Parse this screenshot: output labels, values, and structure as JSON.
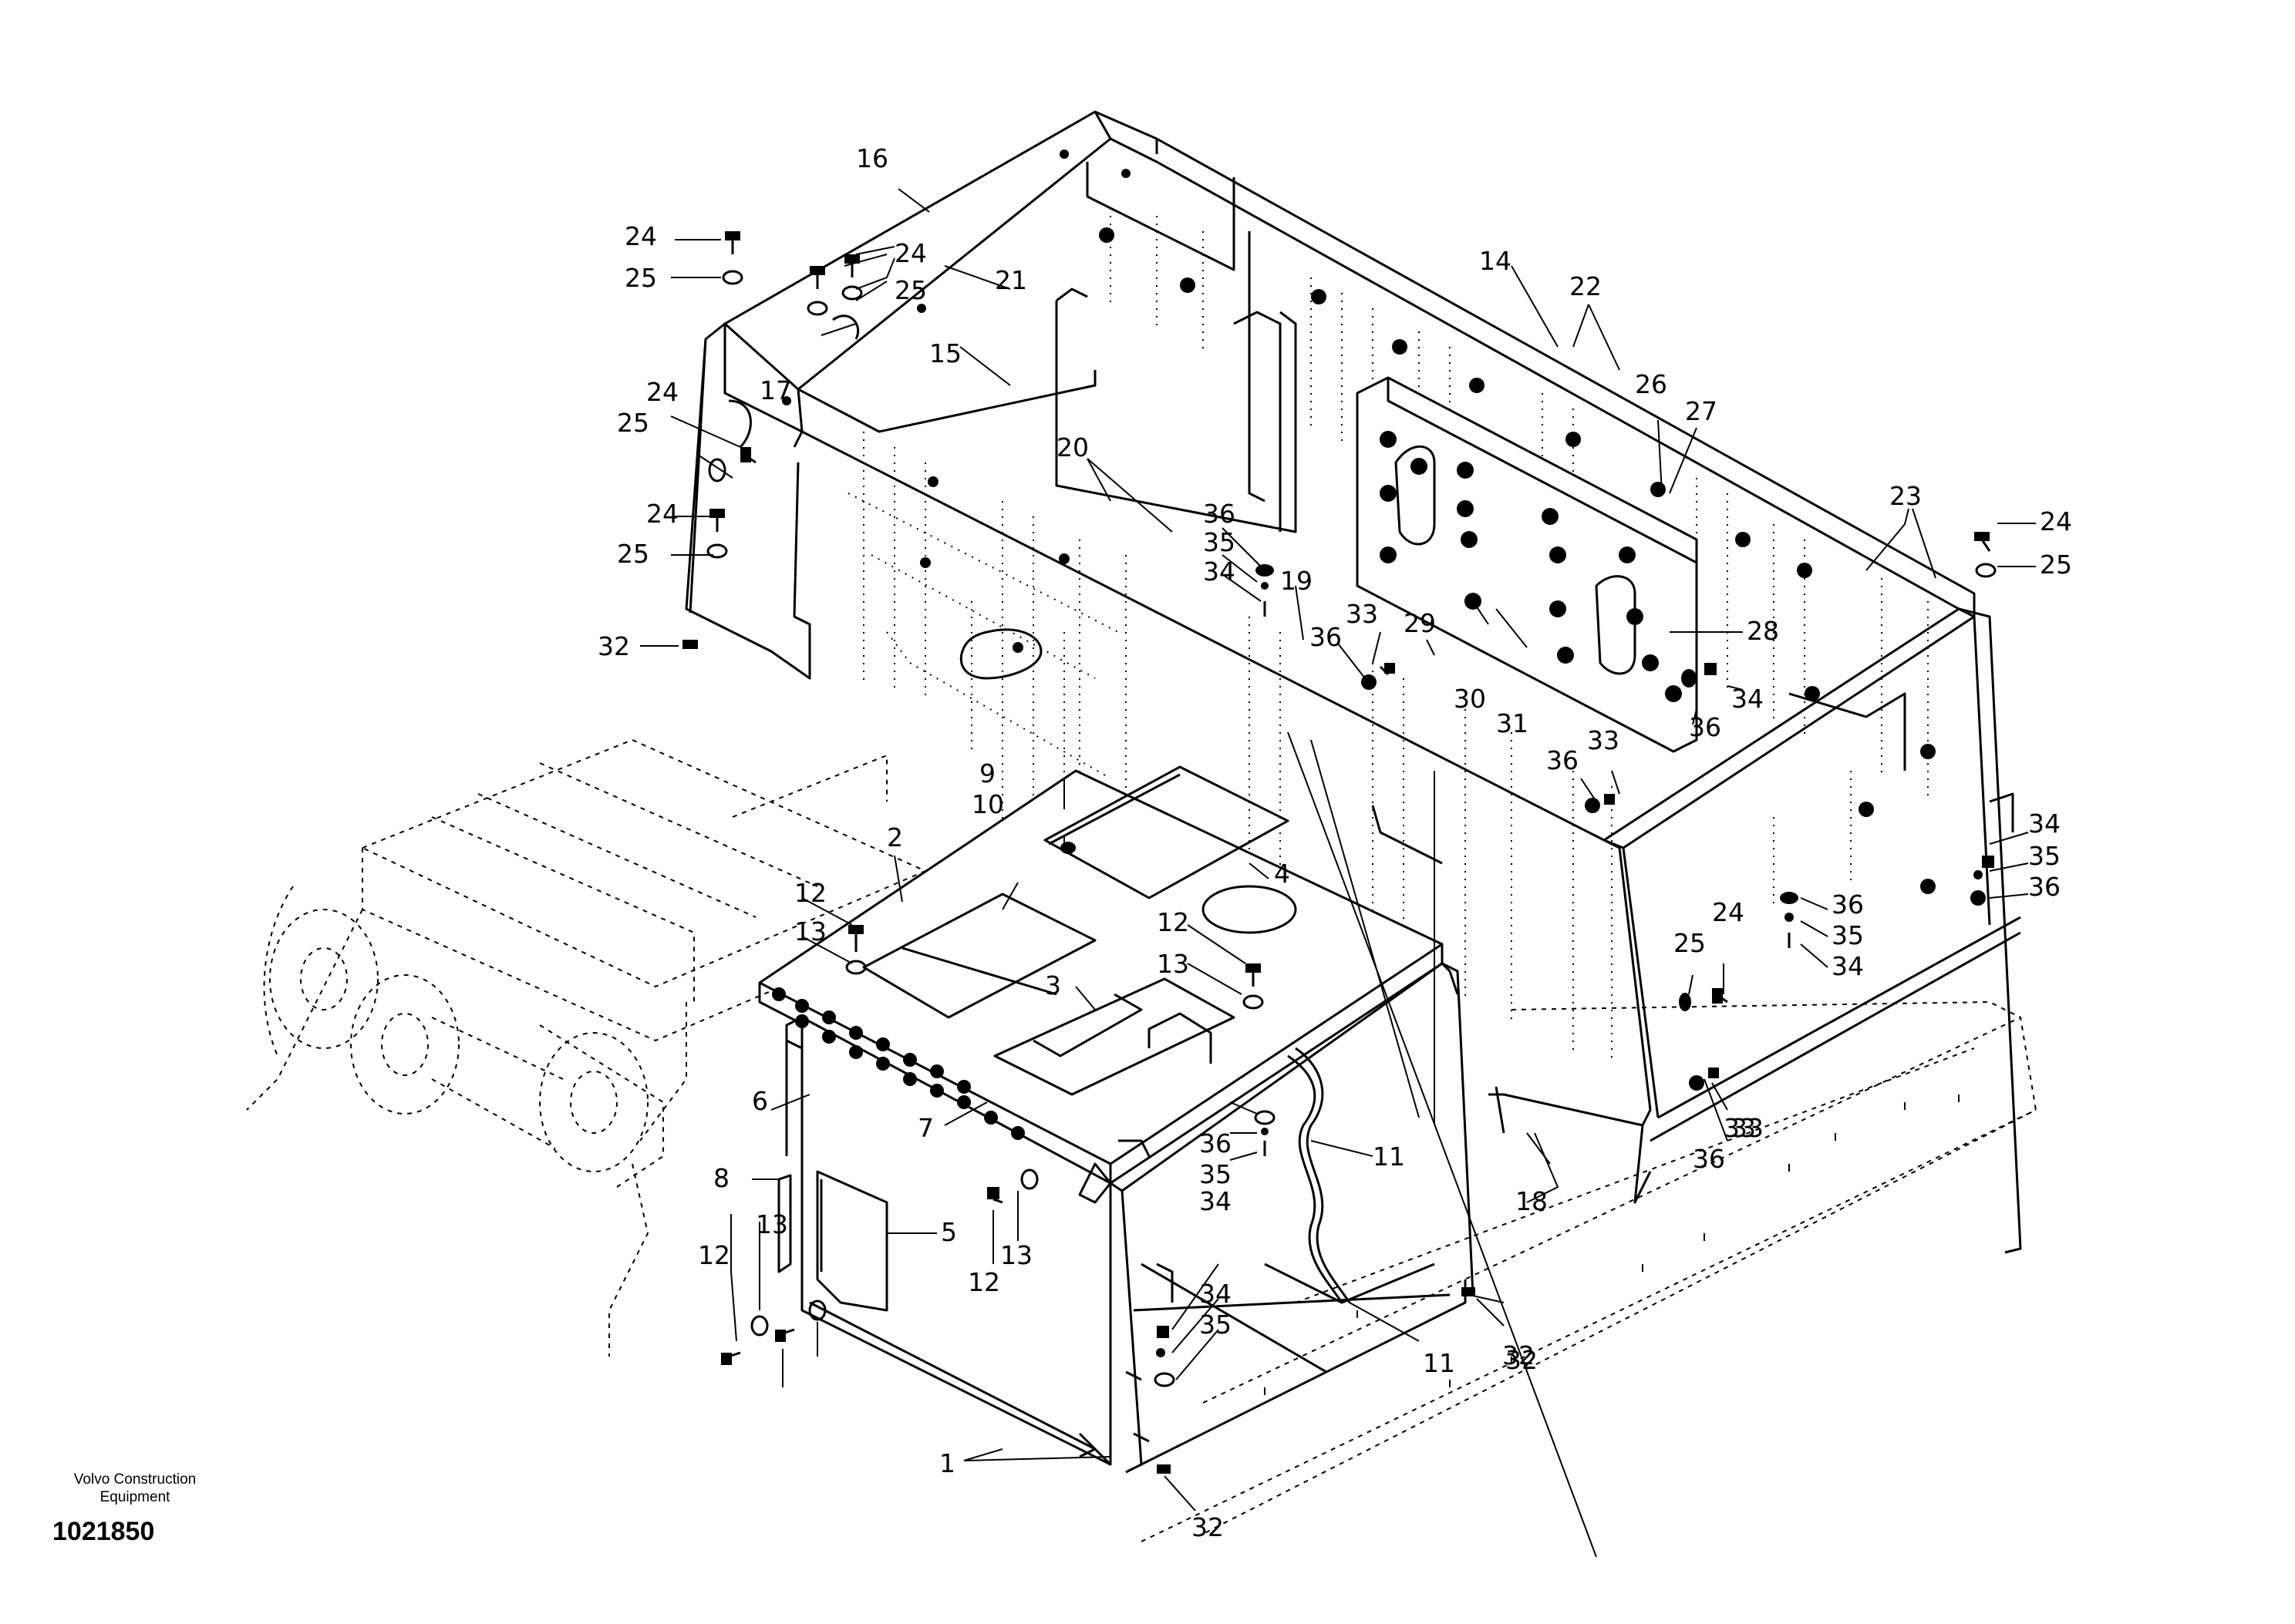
{
  "footer": {
    "brand_line1": "Volvo Construction",
    "brand_line2": "Equipment",
    "drawing_number": "1021850"
  },
  "callouts": [
    "1",
    "2",
    "3",
    "4",
    "5",
    "6",
    "7",
    "8",
    "9",
    "10",
    "11",
    "11",
    "12",
    "12",
    "12",
    "12",
    "13",
    "13",
    "13",
    "13",
    "14",
    "15",
    "16",
    "17",
    "18",
    "19",
    "20",
    "21",
    "22",
    "23",
    "24",
    "24",
    "24",
    "24",
    "24",
    "24",
    "25",
    "25",
    "25",
    "25",
    "25",
    "25",
    "26",
    "27",
    "28",
    "29",
    "30",
    "31",
    "32",
    "32",
    "32",
    "32",
    "33",
    "33",
    "33",
    "33",
    "34",
    "34",
    "34",
    "34",
    "34",
    "34",
    "35",
    "35",
    "35",
    "35",
    "35",
    "36",
    "36",
    "36",
    "36",
    "36",
    "36",
    "36",
    "36"
  ]
}
